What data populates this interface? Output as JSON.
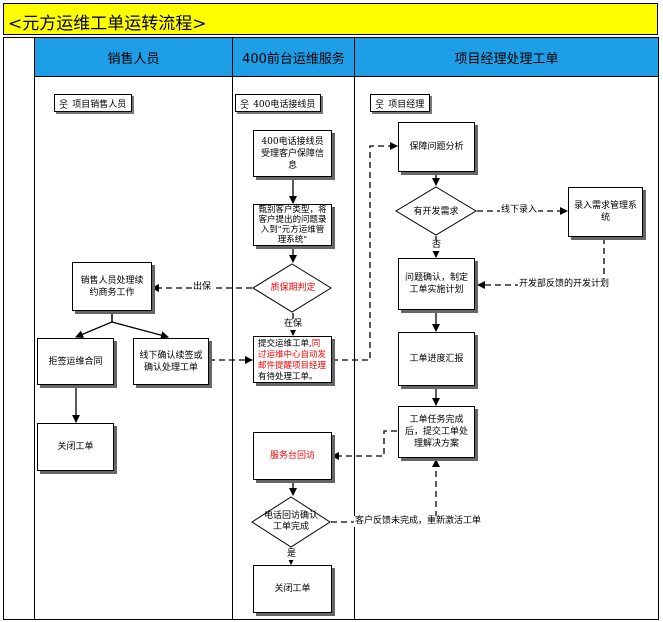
{
  "title": "<元方运维工单运转流程>",
  "lanes": {
    "sales": "销售人员",
    "service": "400前台运维服务",
    "pm": "项目经理处理工单"
  },
  "actors": {
    "sales": "项目销售人员",
    "service": "400电话接线员",
    "pm": "项目经理"
  },
  "nodes": {
    "receive": "400电话接线员受理客户保障信息",
    "classify": "甄别客户类型，将客户提出的问题录入到\"元方运维管理系统\"",
    "warranty_check": "质保期判定",
    "sales_renew": "销售人员处理续约商务工作",
    "reject_contract": "拒签运维合同",
    "offline_confirm": "线下确认续签或确认处理工单",
    "close_left": "关闭工单",
    "submit_a": "提交运维工单,",
    "submit_red": "同过运维中心自动发邮件提醒项目经理",
    "submit_b": "有待处理工单。",
    "fault_analysis": "保障问题分析",
    "dev_need": "有开发需求",
    "enter_system": "录入需求管理系统",
    "confirm_plan": "问题确认，制定工单实施计划",
    "progress": "工单进度汇报",
    "done_submit": "工单任务完成后，提交工单处理解决方案",
    "callback": "服务台回访",
    "callback_confirm": "电话回访确认工单完成",
    "close_bottom": "关闭工单"
  },
  "edge_labels": {
    "out_warranty": "出保",
    "in_warranty": "在保",
    "offline_entry": "线下录入",
    "no": "否",
    "dev_feedback": "开发部反馈的开发计划",
    "yes": "是",
    "reopen": "客户反馈未完成，重新激活工单"
  },
  "colors": {
    "title_bg": "#ffff00",
    "lane_bg": "#1e9ee6",
    "highlight": "#ff0000"
  }
}
